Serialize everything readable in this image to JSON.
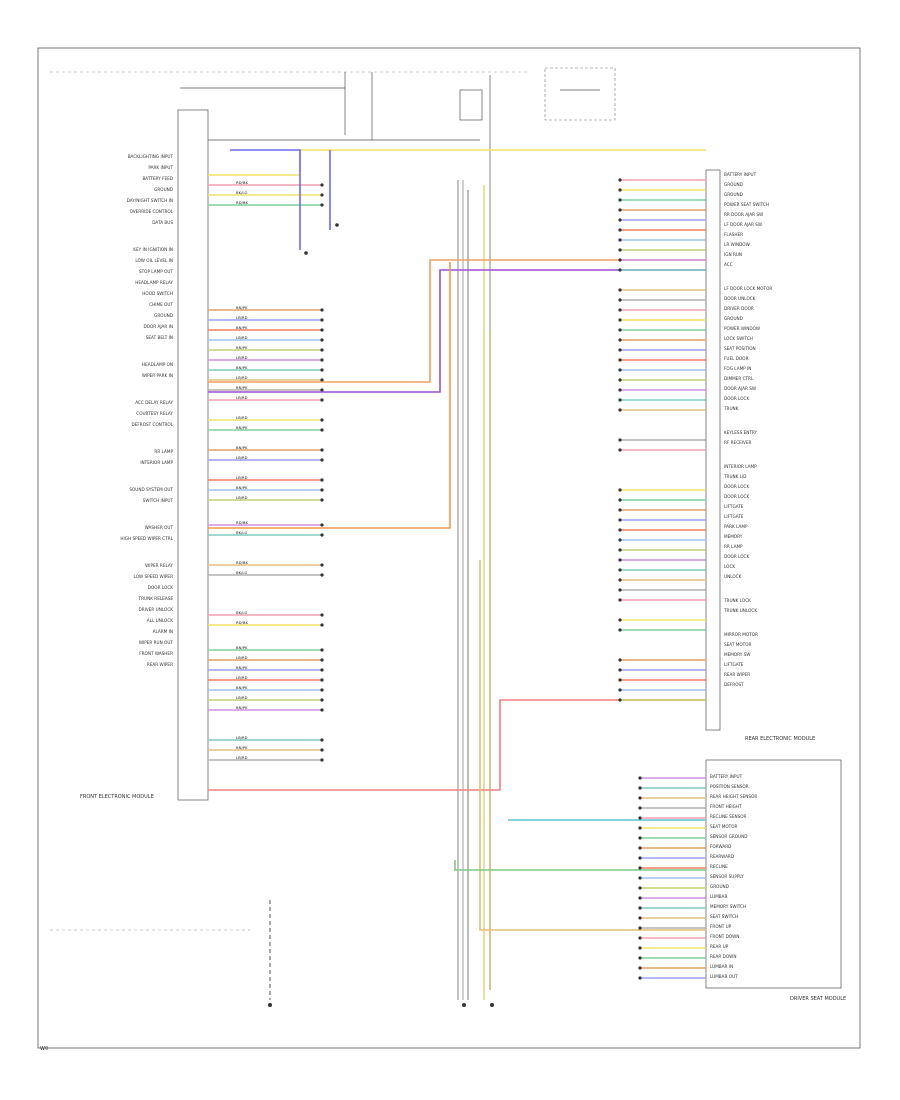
{
  "diagram": {
    "left_module": {
      "name": "FRONT ELECTRONIC MODULE",
      "labels": [
        "BACKLIGHTING INPUT",
        "PARK INPUT",
        "BATTERY FEED",
        "GROUND",
        "DAY/NIGHT SWITCH IN",
        "OVERRIDE CONTROL",
        "DATA BUS",
        "",
        "KEY IN IGNITION IN",
        "LOW OIL LEVEL IN",
        "STOP LAMP OUT",
        "HEADLAMP RELAY",
        "HOOD SWITCH",
        "CHIME OUT",
        "GROUND",
        "DOOR AJAR IN",
        "SEAT BELT IN",
        "",
        "HEADLAMP ON",
        "WIPER PARK IN",
        "",
        "ACC DELAY RELAY",
        "COURTESY RELAY",
        "DEFROST CONTROL",
        "",
        "RR LAMP",
        "INTERIOR LAMP",
        "",
        "SOUND SYSTEM OUT",
        "SWITCH INPUT",
        "",
        "WASHER OUT",
        "HIGH SPEED WIPER CTRL",
        "",
        "WIPER RELAY",
        "LOW SPEED WIPER",
        "DOOR LOCK",
        "TRUNK RELEASE",
        "DRIVER UNLOCK",
        "ALL UNLOCK",
        "ALARM IN",
        "WIPER RUN OUT",
        "FRONT WASHER",
        "REAR WIPER"
      ],
      "wire_codes": [
        "LB/RD",
        "BK/WH",
        "YE",
        "BK",
        "OG/BK",
        "RD/BK",
        "PK/BK",
        "GY/BK",
        "LG/BK",
        "VT/LG",
        "BN/PK",
        "DG/OG",
        "TN/RD",
        "PK/YE",
        "WH/RD",
        "BK/LG",
        "OG/LB",
        "DB/YE",
        "GY/RD",
        "LB/BK"
      ]
    },
    "right_module": {
      "name": "REAR ELECTRONIC MODULE",
      "labels": [
        "BATTERY INPUT",
        "GROUND",
        "GROUND",
        "POWER SEAT SWITCH",
        "RR DOOR AJAR SW",
        "LF DOOR AJAR SW",
        "FLASHER",
        "LR WINDOW",
        "IGN RUN",
        "ACC",
        "",
        "LF DOOR LOCK MOTOR",
        "DOOR UNLOCK",
        "DRIVER DOOR",
        "GROUND",
        "POWER WINDOW",
        "LOCK SWITCH",
        "SEAT POSITION",
        "FUEL DOOR",
        "FOG LAMP IN",
        "DIMMER CTRL",
        "DOOR AJAR SW",
        "DOOR LOCK",
        "TRUNK",
        "",
        "KEYLESS ENTRY",
        "RF RECEIVER",
        "",
        "INTERIOR LAMP",
        "TRUNK LID",
        "DOOR LOCK",
        "DOOR LOCK",
        "LIFTGATE",
        "LIFTGATE",
        "PARK LAMP",
        "MEMORY",
        "RR LAMP",
        "DOOR LOCK",
        "LOCK",
        "UNLOCK",
        "",
        "TRUNK LOCK",
        "TRUNK UNLOCK",
        "",
        "MIRROR MOTOR",
        "SEAT MOTOR",
        "MEMORY SW",
        "LIFTGATE",
        "REAR WIPER",
        "DEFROST"
      ]
    },
    "lower_right_module": {
      "name": "DRIVER SEAT MODULE",
      "labels": [
        "BATTERY INPUT",
        "POSITION SENSOR",
        "REAR HEIGHT SENSOR",
        "FRONT HEIGHT",
        "RECLINE SENSOR",
        "SEAT MOTOR",
        "SENSOR GROUND",
        "FORWARD",
        "REARWARD",
        "RECLINE",
        "SENSOR SUPPLY",
        "GROUND",
        "LUMBAR",
        "MEMORY SWITCH",
        "SEAT SWITCH",
        "FRONT UP",
        "FRONT DOWN",
        "REAR UP",
        "REAR DOWN",
        "LUMBAR IN",
        "LUMBAR OUT"
      ]
    },
    "footer_code": "W0"
  }
}
